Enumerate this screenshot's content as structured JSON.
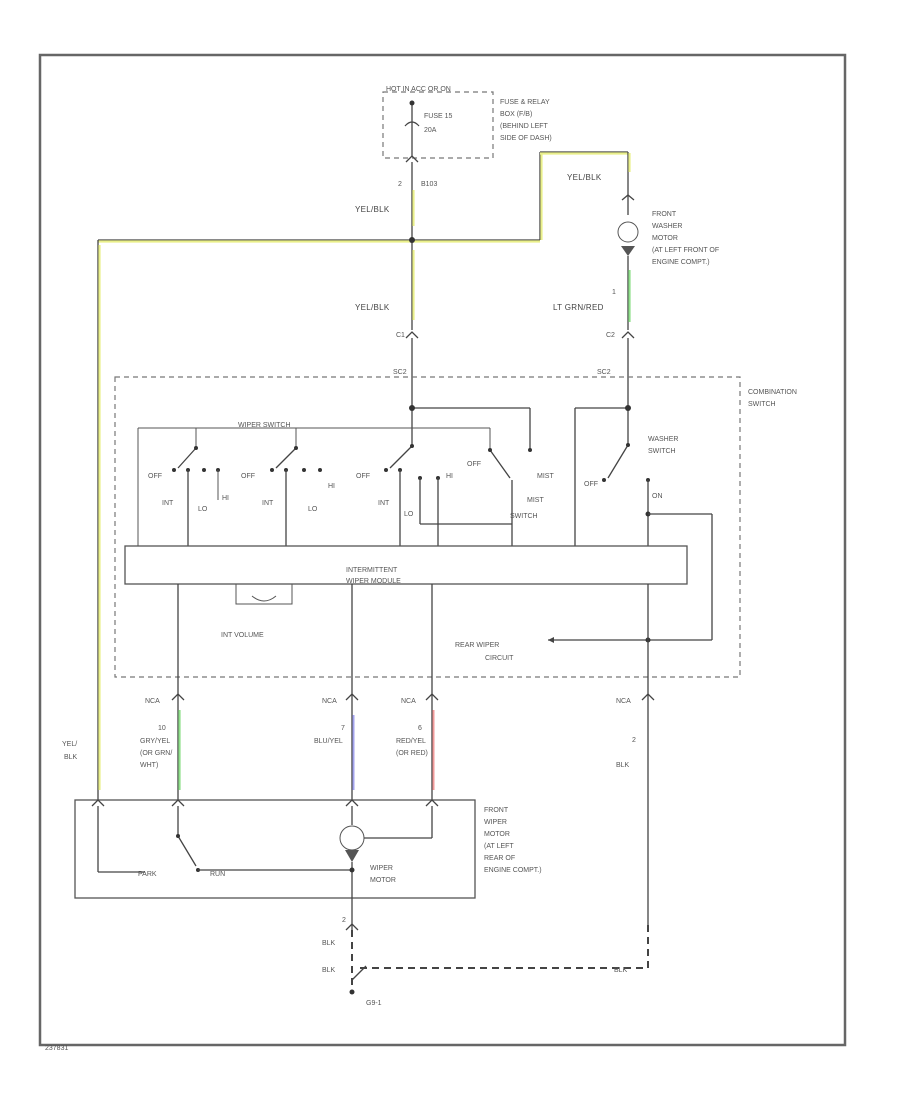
{
  "fuse_box": {
    "header": "HOT IN ACC OR ON",
    "fuse_label": "FUSE 15",
    "fuse_rating": "20A",
    "description": [
      "FUSE & RELAY",
      "BOX (F/B)",
      "(BEHIND LEFT",
      "SIDE OF DASH)"
    ]
  },
  "wires": {
    "pin_top": "2",
    "connector_top": "B103",
    "yel_blk_1": "YEL/BLK",
    "yel_blk_2": "YEL/BLK",
    "yel_blk_3": "YEL/BLK",
    "lt_grn_red": "LT GRN/RED",
    "pin_washer": "1",
    "gry_yel": [
      "10",
      "GRY/YEL",
      "(OR GRN/",
      "WHT)"
    ],
    "blu_yel": [
      "7",
      "BLU/YEL"
    ],
    "red_yel": [
      "6",
      "RED/YEL",
      "(OR RED)"
    ],
    "blk_pin": "2",
    "blk": "BLK",
    "yel_blk_left": [
      "YEL/",
      "BLK"
    ]
  },
  "connectors": {
    "c1": "C1",
    "c2": "C2",
    "sc2a": "SC2",
    "sc2b": "SC2",
    "nca1": "NCA",
    "nca2": "NCA",
    "nca3": "NCA",
    "nca4": "NCA"
  },
  "washer_motor": [
    "FRONT",
    "WASHER",
    "MOTOR",
    "(AT LEFT FRONT OF",
    "ENGINE COMPT.)"
  ],
  "combination_switch": [
    "COMBINATION",
    "SWITCH"
  ],
  "wiper_switch": {
    "title": "WIPER SWITCH",
    "off1": "OFF",
    "int1": "INT",
    "lo1": "LO",
    "hi1": "HI",
    "off2": "OFF",
    "int2": "INT",
    "lo2": "LO",
    "hi2": "HI",
    "off3": "OFF",
    "int3": "INT",
    "lo3": "LO",
    "hi3": "HI",
    "off4": "OFF",
    "mist": "MIST",
    "mist_switch": [
      "MIST",
      "SWITCH"
    ]
  },
  "washer_switch": {
    "title": [
      "WASHER",
      "SWITCH"
    ],
    "off": "OFF",
    "on": "ON"
  },
  "module": [
    "INTERMITTENT",
    "WIPER MODULE"
  ],
  "int_volume": "INT VOLUME",
  "rear_wiper": [
    "REAR WIPER",
    "CIRCUIT"
  ],
  "wiper_motor": {
    "outer": [
      "FRONT",
      "WIPER",
      "MOTOR",
      "(AT LEFT",
      "REAR OF",
      "ENGINE COMPT.)"
    ],
    "inner": [
      "WIPER",
      "MOTOR"
    ],
    "park": "PARK",
    "run": "RUN"
  },
  "ground": {
    "pin": "2",
    "blk_1": "BLK",
    "blk_2": "BLK",
    "blk_3": "BLK",
    "label": "G9-1"
  },
  "diagram_id": "237831"
}
